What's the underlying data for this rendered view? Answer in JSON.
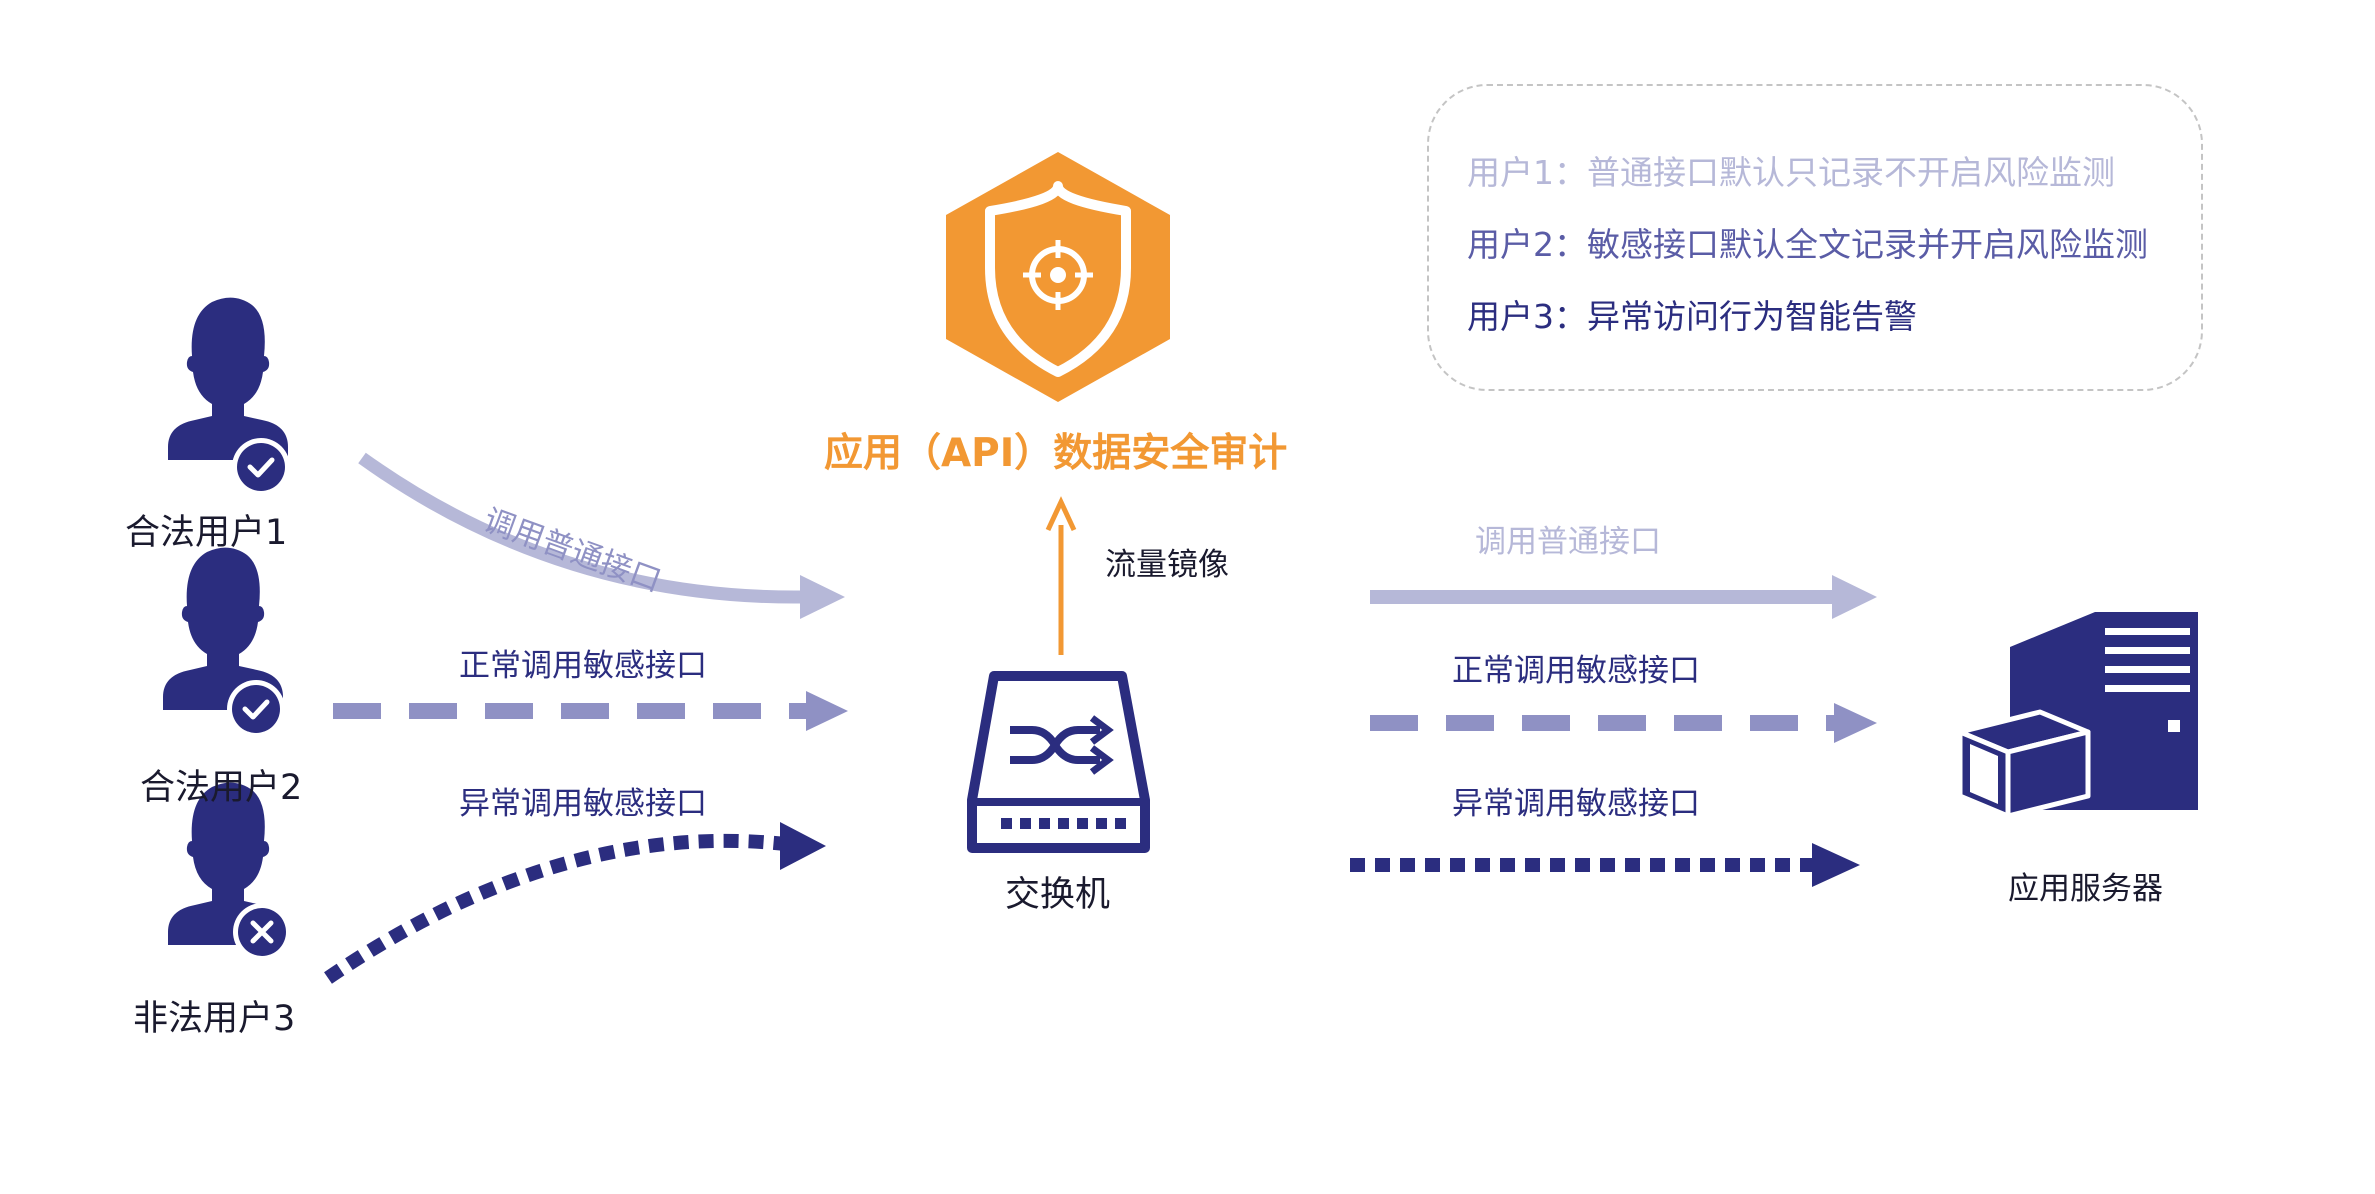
{
  "colors": {
    "navy": "#2b2d7f",
    "light_purple": "#b6b8d8",
    "mid_purple": "#8f91c4",
    "orange": "#f29833"
  },
  "users": [
    {
      "label": "合法用户1",
      "status": "allowed",
      "badge_icon": "check-icon"
    },
    {
      "label": "合法用户2",
      "status": "allowed",
      "badge_icon": "check-icon"
    },
    {
      "label": "非法用户3",
      "status": "blocked",
      "badge_icon": "cross-icon"
    }
  ],
  "audit": {
    "title": "应用（API）数据安全审计",
    "icon": "shield-target-icon"
  },
  "mirror_label": "流量镜像",
  "switch": {
    "label": "交换机",
    "icon": "switch-icon"
  },
  "server": {
    "label": "应用服务器",
    "icon": "server-icon"
  },
  "flows_left": [
    {
      "label": "调用普通接口",
      "style": "solid"
    },
    {
      "label": "正常调用敏感接口",
      "style": "dashed"
    },
    {
      "label": "异常调用敏感接口",
      "style": "dotted"
    }
  ],
  "flows_right": [
    {
      "label": "调用普通接口",
      "style": "solid"
    },
    {
      "label": "正常调用敏感接口",
      "style": "dashed"
    },
    {
      "label": "异常调用敏感接口",
      "style": "dotted"
    }
  ],
  "legend": [
    "用户1：普通接口默认只记录不开启风险监测",
    "用户2：敏感接口默认全文记录并开启风险监测",
    "用户3：异常访问行为智能告警"
  ]
}
